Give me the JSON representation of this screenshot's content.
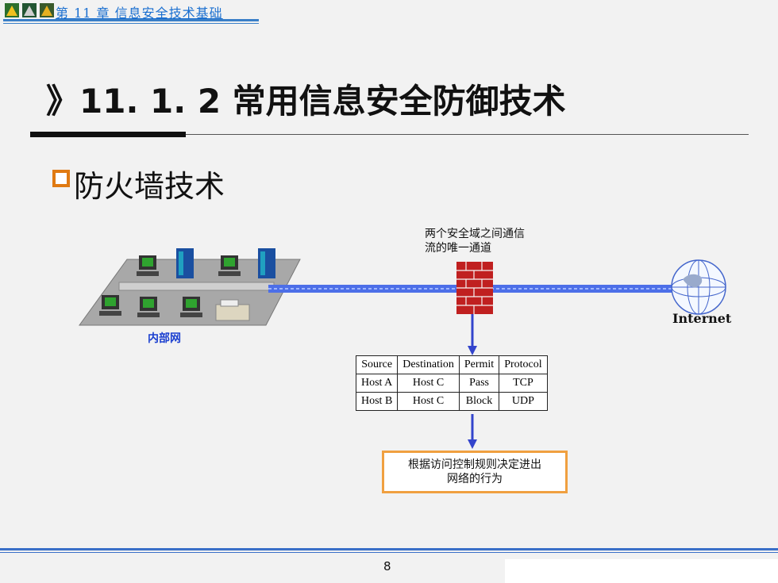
{
  "header": {
    "chapter_link": "第 11 章   信息安全技术基础"
  },
  "page_title": "》11. 1. 2 常用信息安全防御技术",
  "section_title": "防火墙技术",
  "diagram": {
    "callout": "两个安全域之间通信\n流的唯一通道",
    "inner_network_label": "内部网",
    "internet_label": "Internet",
    "decision_text": "根据访问控制规则决定进出\n网络的行为",
    "table_headers": [
      "Source",
      "Destination",
      "Permit",
      "Protocol"
    ],
    "table_rows": [
      [
        "Host A",
        "Host C",
        "Pass",
        "TCP"
      ],
      [
        "Host B",
        "Host C",
        "Block",
        "UDP"
      ]
    ]
  },
  "footer": {
    "page_number": "8"
  },
  "colors": {
    "accent_blue": "#1a6fd0",
    "orange": "#e07a12",
    "firewall_red": "#c02020",
    "arrow_blue": "#3344cc"
  }
}
